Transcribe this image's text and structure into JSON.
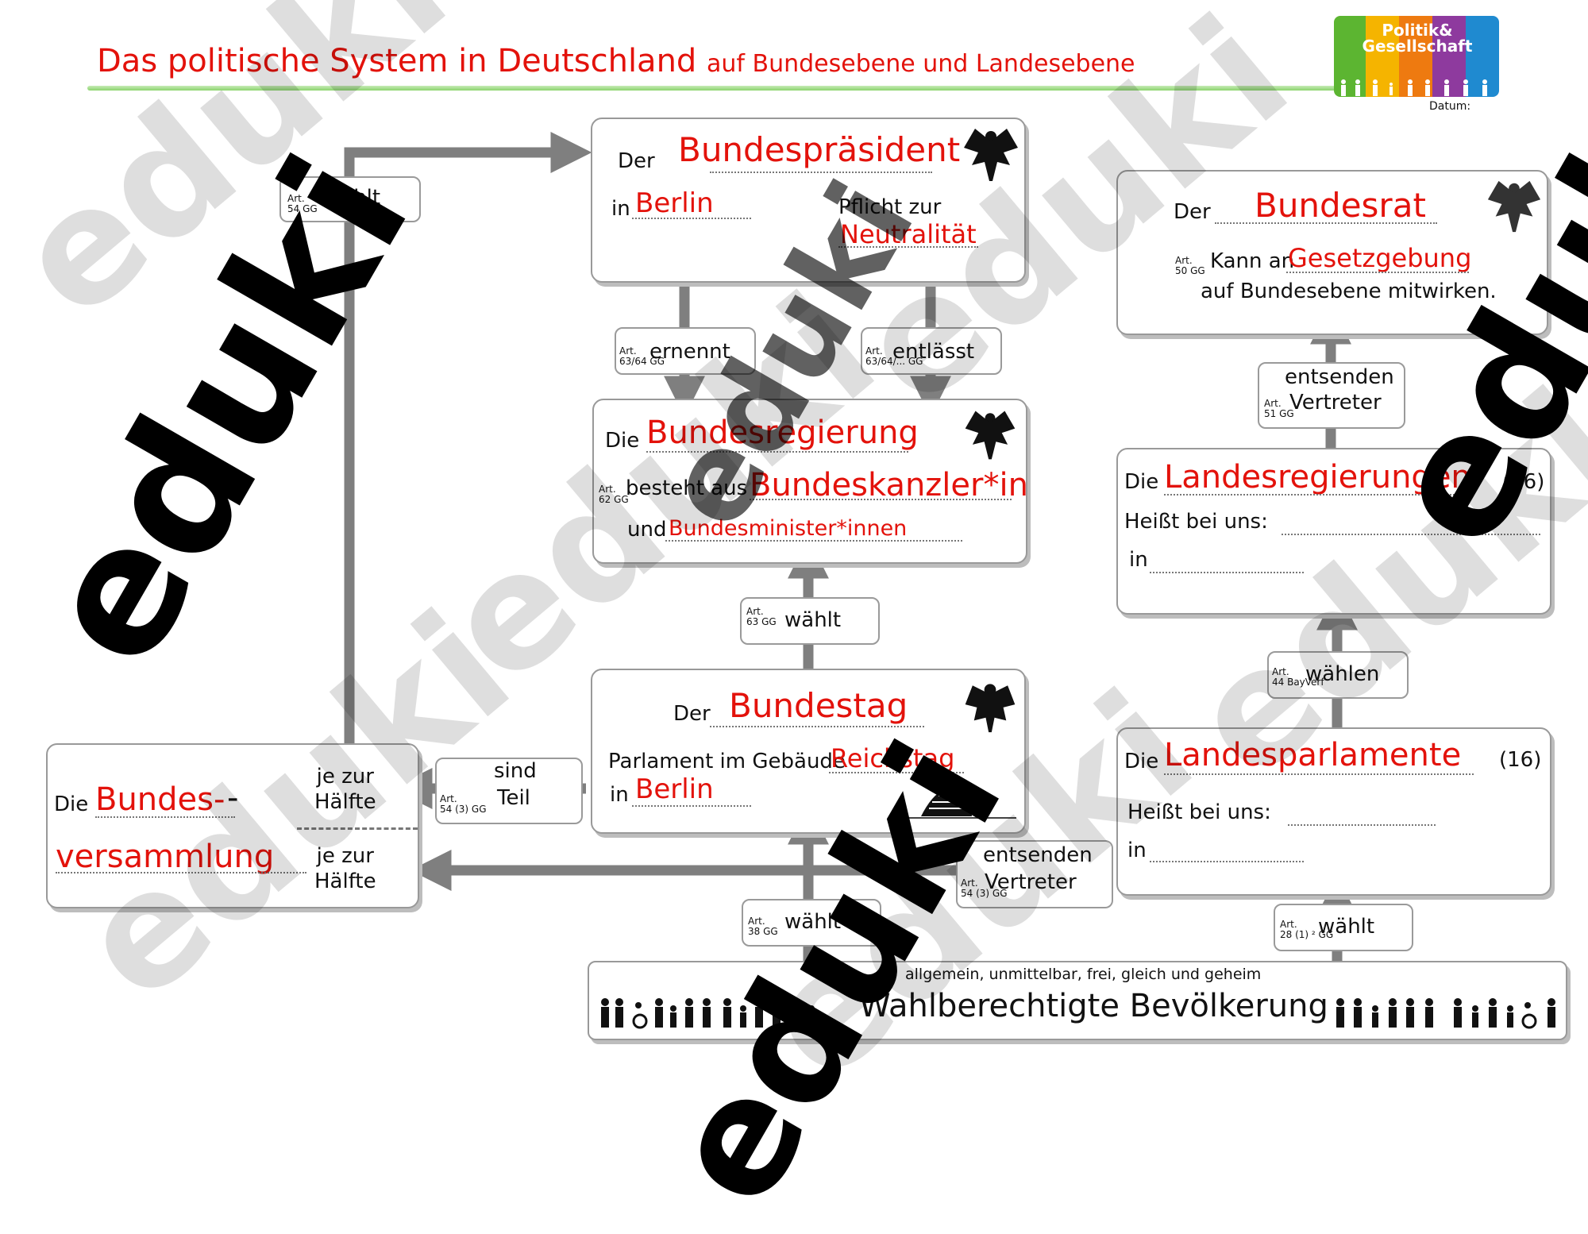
{
  "header": {
    "title": "Das politische System in Deutschland",
    "subtitle": "auf Bundesebene und Landesebene",
    "logo_line1": "Politik&",
    "logo_line2": "Gesellschaft",
    "datum": "Datum:"
  },
  "colors": {
    "accent_red": "#e3120b",
    "arrow_gray": "#7f7f7f",
    "rule_green": "#8bd36d"
  },
  "bundespraesident": {
    "der": "Der",
    "name": "Bundespräsident",
    "in": "in",
    "city": "Berlin",
    "pflicht": "Pflicht zur",
    "neutral": "Neutralität"
  },
  "bundesrat": {
    "der": "Der",
    "name": "Bundesrat",
    "art": "Art.",
    "art_num": "50 GG",
    "text1": "Kann an",
    "gesetz": "Gesetzgebung",
    "text2": "auf Bundesebene mitwirken."
  },
  "bundesregierung": {
    "die": "Die",
    "name": "Bundesregierung",
    "art": "Art.",
    "art_num": "62 GG",
    "besteht": "besteht aus",
    "kanzler": "Bundeskanzler*in",
    "und": "und",
    "minister": "Bundesminister*innen"
  },
  "landesregierungen": {
    "die": "Die",
    "name": "Landesregierungen",
    "count": "(16)",
    "heisst": "Heißt bei uns:",
    "in": "in"
  },
  "bundestag": {
    "der": "Der",
    "name": "Bundestag",
    "parlament": "Parlament im Gebäude",
    "reichstag": "Reichstag",
    "in": "in",
    "city": "Berlin"
  },
  "landesparlamente": {
    "die": "Die",
    "name": "Landesparlamente",
    "count": "(16)",
    "heisst": "Heißt bei uns:",
    "in": "in"
  },
  "bundesversammlung": {
    "die": "Die",
    "name1": "Bundes-",
    "dash": "-",
    "name2": "versammlung",
    "haelfte_top_1": "je zur",
    "haelfte_top_2": "Hälfte",
    "haelfte_bot_1": "je zur",
    "haelfte_bot_2": "Hälfte"
  },
  "bevoelkerung": {
    "wahl": "allgemein, unmittelbar, frei, gleich und geheim",
    "name": "Wahlberechtigte Bevölkerung"
  },
  "labels": {
    "waehlt_bp": {
      "art": "Art.",
      "num": "54 GG",
      "verb": "wählt"
    },
    "ernennt": {
      "art": "Art.",
      "num": "63/64 GG",
      "verb": "ernennt"
    },
    "entlaesst": {
      "art": "Art.",
      "num": "63/64/... GG",
      "verb": "entlässt"
    },
    "entsenden_br": {
      "verb": "entsenden",
      "art": "Art.",
      "num": "51 GG",
      "obj": "Vertreter"
    },
    "waehlt_kanzler": {
      "art": "Art.",
      "num": "63 GG",
      "verb": "wählt"
    },
    "waehlen_lp": {
      "art": "Art.",
      "num": "44 BayVerf",
      "verb": "wählen"
    },
    "sind_teil": {
      "verb1": "sind",
      "verb2": "Teil",
      "art": "Art.",
      "num": "54 (3) GG"
    },
    "entsenden_bv": {
      "verb": "entsenden",
      "art": "Art.",
      "num": "54 (3) GG",
      "obj": "Vertreter"
    },
    "waehlt_bt": {
      "art": "Art.",
      "num": "38 GG",
      "verb": "wählt"
    },
    "waehlt_lp": {
      "art": "Art.",
      "num": "28 (1) ² GG",
      "verb": "wählt"
    }
  },
  "watermark": "eduki"
}
